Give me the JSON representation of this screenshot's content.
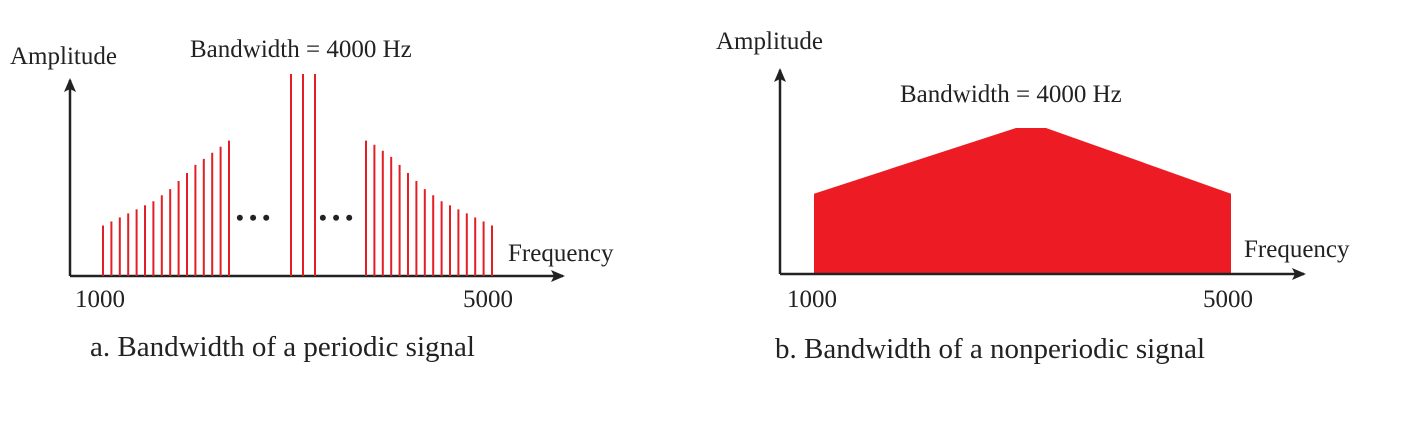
{
  "panels": {
    "periodic": {
      "amplitude_label": "Amplitude",
      "frequency_label": "Frequency",
      "bandwidth_label": "Bandwidth =  4000 Hz",
      "freq_start_label": "1000",
      "freq_end_label": "5000",
      "caption": "a. Bandwidth of a periodic signal",
      "ellipsis": "• • •",
      "line_color": "#e31e24",
      "spectral_lines": {
        "left_group": [
          0.25,
          0.27,
          0.29,
          0.31,
          0.33,
          0.35,
          0.37,
          0.4,
          0.43,
          0.47,
          0.51,
          0.55,
          0.58,
          0.61,
          0.64,
          0.67
        ],
        "center_group": [
          1.0,
          1.0,
          1.0
        ],
        "right_group": [
          0.67,
          0.65,
          0.62,
          0.59,
          0.55,
          0.51,
          0.47,
          0.43,
          0.4,
          0.37,
          0.35,
          0.33,
          0.31,
          0.29,
          0.27,
          0.25
        ]
      }
    },
    "nonperiodic": {
      "amplitude_label": "Amplitude",
      "frequency_label": "Frequency",
      "bandwidth_label": "Bandwidth =  4000 Hz",
      "freq_start_label": "1000",
      "freq_end_label": "5000",
      "caption": "b. Bandwidth of a nonperiodic signal",
      "fill_color": "#ed1c24",
      "envelope": {
        "left_level": 0.55,
        "right_level": 0.55,
        "peak_level": 1.0
      }
    }
  }
}
